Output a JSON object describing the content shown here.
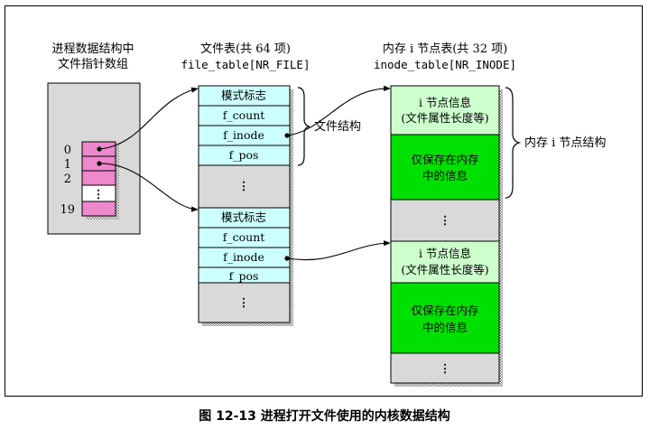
{
  "fd_array": {
    "title_line1": "进程数据结构中",
    "title_line2": "文件指针数组",
    "index_labels": [
      "0",
      "1",
      "2",
      "19"
    ]
  },
  "file_table": {
    "title_line1": "文件表(共 64 项)",
    "title_line2": "file_table[NR_FILE]",
    "entry1_fields": [
      "模式标志",
      "f_count",
      "f_inode",
      "f_pos"
    ],
    "entry2_fields": [
      "模式标志",
      "f_count",
      "f_inode",
      "f_pos"
    ],
    "brace_label": "文件结构"
  },
  "inode_table": {
    "title_line1": "内存 i 节点表(共 32 项)",
    "title_line2": "inode_table[NR_INODE]",
    "entry1": {
      "info_line1": "i 节点信息",
      "info_line2": "(文件属性长度等)",
      "mem_line1": "仅保存在内存",
      "mem_line2": "中的信息"
    },
    "entry2": {
      "info_line1": "i 节点信息",
      "info_line2": "(文件属性长度等)",
      "mem_line1": "仅保存在内存",
      "mem_line2": "中的信息"
    },
    "brace_label": "内存 i 节点结构"
  },
  "ellipsis": "⋮",
  "caption": "图 12-13 进程打开文件使用的内核数据结构",
  "colors": {
    "fd_fill": "#ee88cc",
    "fd_panel": "#d9d9d9",
    "file_cell": "#ccffff",
    "inode_info": "#ccffcc",
    "inode_mem": "#00e000",
    "gray_slot": "#d9d9d9",
    "shadow": "#8f8f8f"
  }
}
